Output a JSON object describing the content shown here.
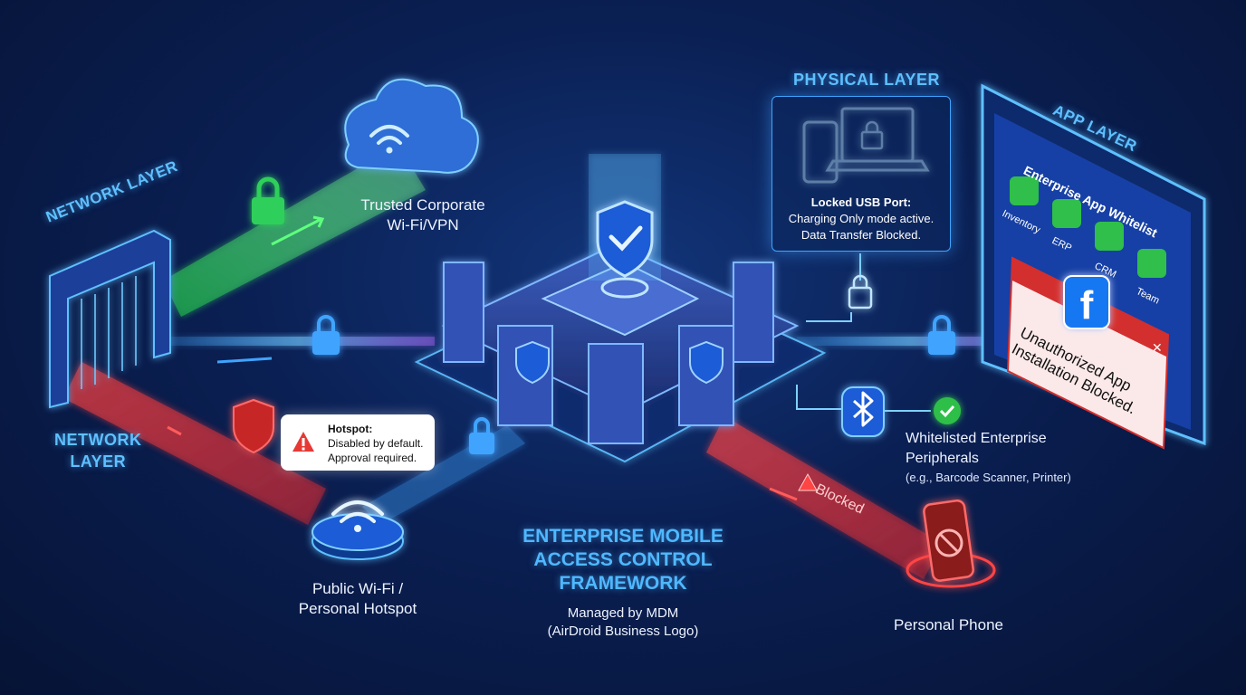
{
  "layers": {
    "network_top": "NETWORK LAYER",
    "network_bottom": "NETWORK LAYER",
    "physical": "PHYSICAL LAYER",
    "app": "APP LAYER"
  },
  "network": {
    "trusted": "Trusted Corporate Wi-Fi/VPN",
    "public": "Public Wi-Fi / Personal Hotspot",
    "hotspot_title": "Hotspot:",
    "hotspot_line1": "Disabled by default.",
    "hotspot_line2": "Approval required."
  },
  "physical": {
    "usb_title": "Locked USB Port:",
    "usb_line1": "Charging Only mode active.",
    "usb_line2": "Data Transfer Blocked."
  },
  "app": {
    "whitelist_title": "Enterprise App Whitelist",
    "apps": [
      "Inventory",
      "ERP",
      "CRM",
      "Team"
    ],
    "blocked_line1": "Unauthorized App",
    "blocked_line2": "Installation Blocked."
  },
  "peripherals": {
    "line1": "Whitelisted Enterprise",
    "line2": "Peripherals",
    "line3": "(e.g., Barcode Scanner, Printer)"
  },
  "personal": {
    "blocked": "Blocked",
    "label": "Personal Phone"
  },
  "center": {
    "title1": "ENTERPRISE MOBILE",
    "title2": "ACCESS CONTROL",
    "title3": "FRAMEWORK",
    "managed": "Managed by MDM",
    "logo": "(AirDroid Business Logo)"
  },
  "colors": {
    "trusted_green": "#3ee86a",
    "blocked_red": "#ff3b3b",
    "accent_blue": "#3fa4ff",
    "title_blue": "#5fc0ff"
  }
}
